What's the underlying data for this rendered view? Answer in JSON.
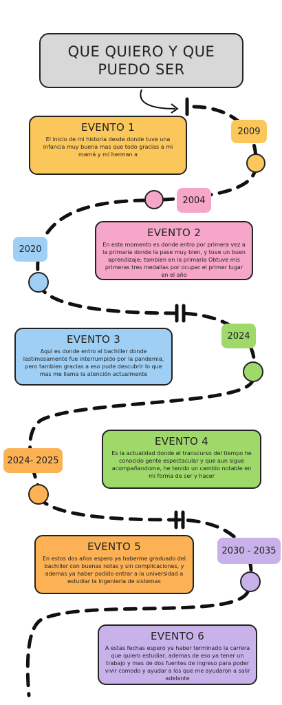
{
  "title": "QUE QUIERO Y QUE PUEDO SER",
  "colors": {
    "yellow": "#fcc75a",
    "pink": "#f6a6c8",
    "blue": "#9fcff4",
    "green": "#9fd96a",
    "orange": "#fbb154",
    "purple": "#c9b2ea"
  },
  "years": {
    "y1": "2009",
    "y2": "2004",
    "y3": "2020",
    "y4": "2024",
    "y5": "2024- 2025",
    "y6": "2030 - 2035"
  },
  "events": [
    {
      "title": "EVENTO 1",
      "text": "El inicio de mi  historia desde donde tuve una infancia muy buena mas que todo gracias a mi mamá y mi herman a"
    },
    {
      "title": "EVENTO 2",
      "text": "En este momento es donde entro por primera vez a la primaria donde la pase muy bien, y tuve un buen aprendizaje; tambien en la primaria Obtuve mis primeras tres medallas por ocupar el primer lugar en el año"
    },
    {
      "title": "EVENTO 3",
      "text": "Aqui es donde entro al bachiller donde lastimosamente fue interrumpido por la pandemia, pero tambien gracias a eso pude descubrir lo que mas me llama la atención  actualmente"
    },
    {
      "title": "EVENTO 4",
      "text": "Es la actualidad donde el transcurso del tiempo he conocido gente espectacular y que aun sigue acompañandome, he tenido un cambio notable en mi forma de ser y hacer"
    },
    {
      "title": "EVENTO 5",
      "text": "En estos dos años espero ya haberme graduado del bachiller con buenas notas y sin complicaciones, y ademas ya haber podido entrar a la universidad a estudiar la ingenieria de sistemas"
    },
    {
      "title": "EVENTO 6",
      "text": "A estas fechas espero ya haber terminado la carrera que quiero estudiar, ademas de eso ya tener un trabajo y mas de dos fuentes de ingreso para poder vivir comodo y  ayudar a los que me ayudaron a salir adelante"
    }
  ]
}
